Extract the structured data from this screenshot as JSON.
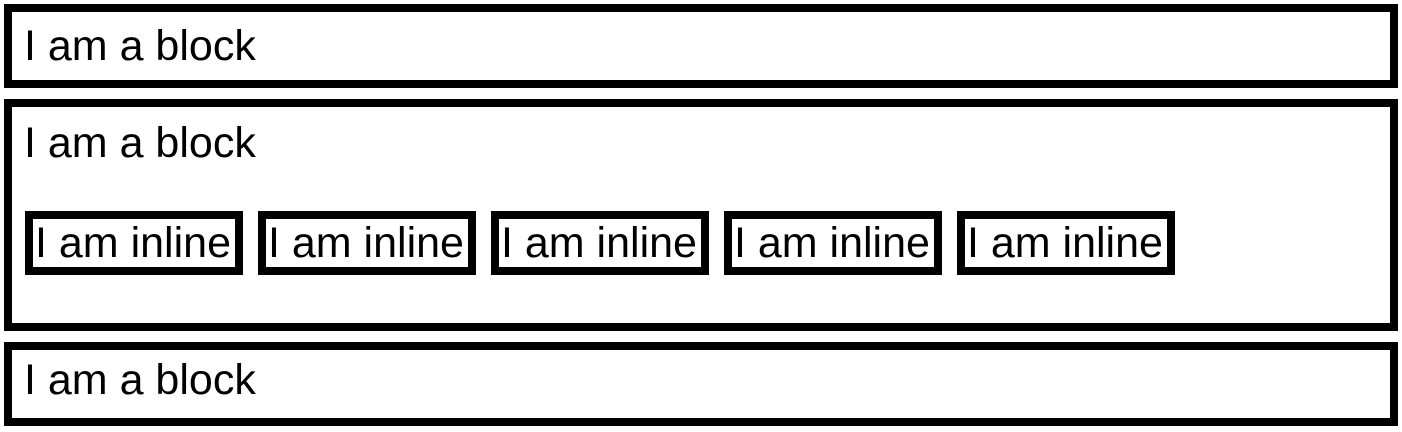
{
  "blocks": [
    {
      "text": "I am a block"
    },
    {
      "text": "I am a block",
      "inline_items": [
        "I am inline",
        "I am inline",
        "I am inline",
        "I am inline",
        "I am inline"
      ]
    },
    {
      "text": "I am a block"
    }
  ],
  "colors": {
    "border": "#000000",
    "background": "#ffffff",
    "text": "#000000"
  }
}
